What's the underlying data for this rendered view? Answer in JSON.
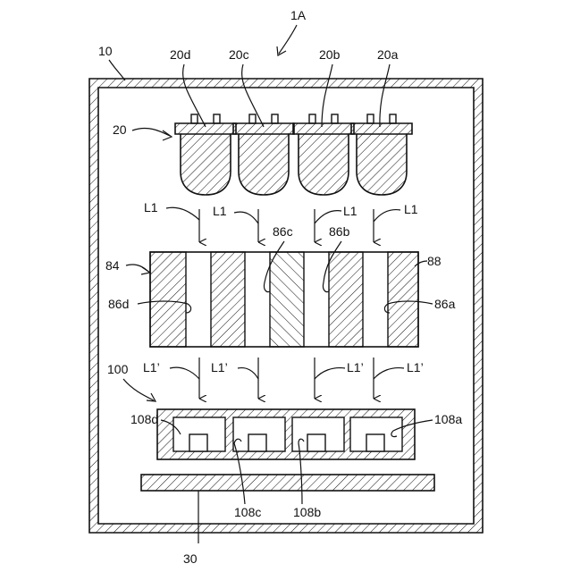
{
  "labels": {
    "device": "1A",
    "housing": "10",
    "light_source_group": "20",
    "light_sources": [
      "20d",
      "20c",
      "20b",
      "20a"
    ],
    "beam": "L1",
    "filter_unit": "84",
    "filter_right": "88",
    "openings": [
      "86d",
      "86c",
      "86b",
      "86a"
    ],
    "beam_filtered": "L1’",
    "sensor_unit": "100",
    "sensors": [
      "108d",
      "108c",
      "108b",
      "108a"
    ],
    "stage": "30"
  }
}
